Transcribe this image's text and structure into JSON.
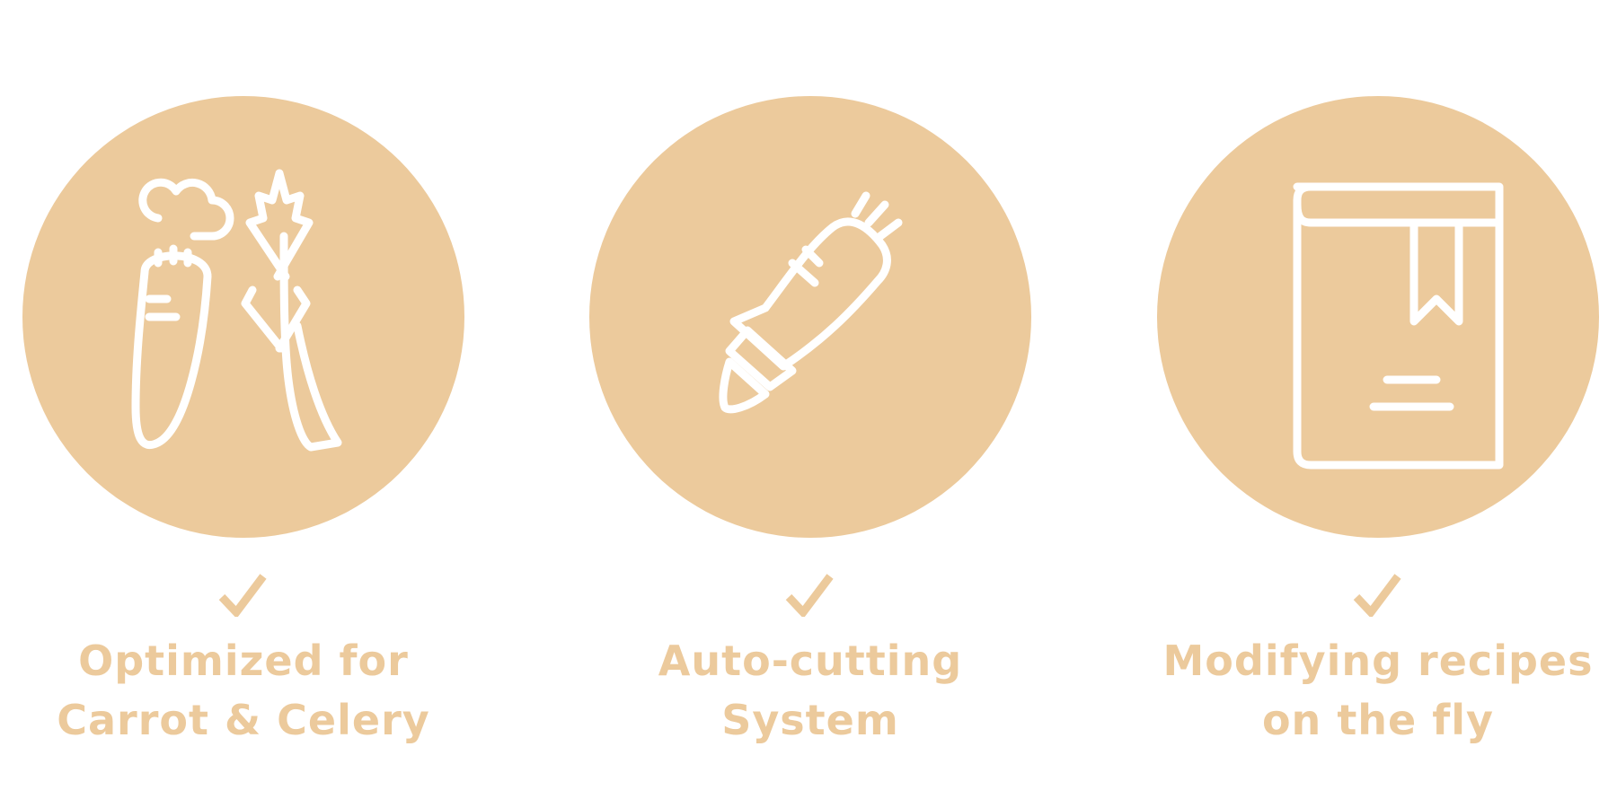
{
  "accent_color": "#ecca9c",
  "features": [
    {
      "icon": "carrot-celery-icon",
      "line1": "Optimized for",
      "line2": "Carrot & Celery"
    },
    {
      "icon": "sliced-carrot-icon",
      "line1": "Auto-cutting",
      "line2": "System"
    },
    {
      "icon": "recipe-book-icon",
      "line1": "Modifying recipes",
      "line2": "on the fly"
    }
  ]
}
